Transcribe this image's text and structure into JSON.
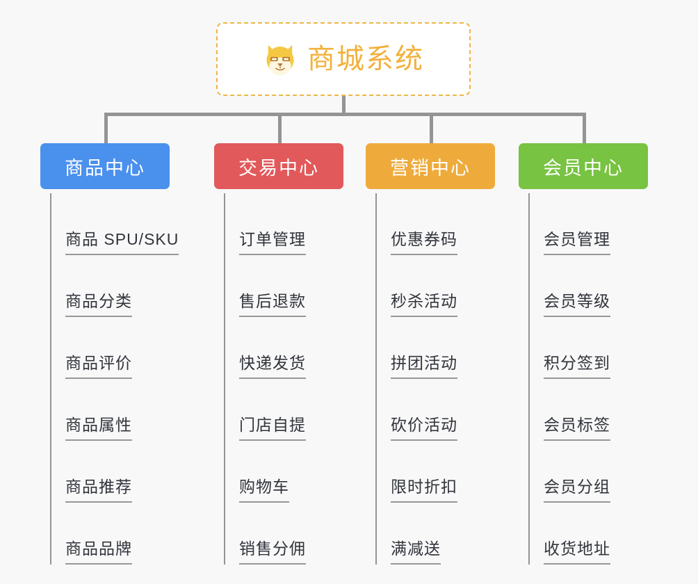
{
  "root": {
    "title": "商城系统",
    "logo_icon": "shiba-dog-icon",
    "border_color": "#eeb548",
    "title_color": "#f2b13c",
    "background": "#ffffff"
  },
  "page": {
    "background": "#f8f8f8",
    "connector_color": "#949494"
  },
  "columns": [
    {
      "label": "商品中心",
      "color": "#4a90ed",
      "items": [
        "商品 SPU/SKU",
        "商品分类",
        "商品评价",
        "商品属性",
        "商品推荐",
        "商品品牌"
      ]
    },
    {
      "label": "交易中心",
      "color": "#e2595b",
      "items": [
        "订单管理",
        "售后退款",
        "快递发货",
        "门店自提",
        "购物车",
        "销售分佣"
      ]
    },
    {
      "label": "营销中心",
      "color": "#eeab3c",
      "items": [
        "优惠券码",
        "秒杀活动",
        "拼团活动",
        "砍价活动",
        "限时折扣",
        "满减送"
      ]
    },
    {
      "label": "会员中心",
      "color": "#78c342",
      "items": [
        "会员管理",
        "会员等级",
        "积分签到",
        "会员标签",
        "会员分组",
        "收货地址"
      ]
    }
  ]
}
